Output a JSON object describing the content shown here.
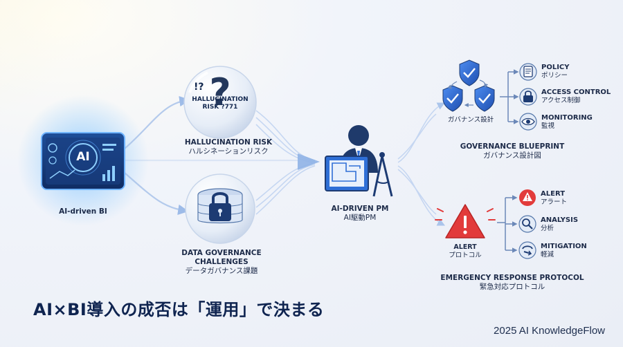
{
  "nodes": {
    "ai_bi": {
      "title": "AI-driven BI",
      "screen_text": "AI"
    },
    "hallucination": {
      "title": "HALLUCINATION RISK",
      "jp": "ハルシネーションリスク",
      "bubble_line1": "HALLUCINATION",
      "bubble_line2": "RISK ?771",
      "bubble_marks": "!?"
    },
    "data_gov": {
      "title_line1": "DATA GOVERNANCE",
      "title_line2": "CHALLENGES",
      "jp": "データガバナンス課題"
    },
    "pm": {
      "title": "AI-DRIVEN PM",
      "jp": "AI駆動PM"
    },
    "governance": {
      "cluster_label": "ガバナンス設計",
      "title": "GOVERNANCE BLUEPRINT",
      "jp": "ガバナンス設計図",
      "items": [
        {
          "en": "POLICY",
          "jp": "ポリシー",
          "icon": "document-icon"
        },
        {
          "en": "ACCESS CONTROL",
          "jp": "アクセス制御",
          "icon": "lock-icon"
        },
        {
          "en": "MONITORING",
          "jp": "監視",
          "icon": "eye-icon"
        }
      ]
    },
    "alert": {
      "cluster_en": "ALERT",
      "cluster_jp": "プロトコル",
      "title": "EMERGENCY RESPONSE PROTOCOL",
      "jp": "緊急対応プロトコル",
      "items": [
        {
          "en": "ALERT",
          "jp": "アラート",
          "icon": "alert-icon"
        },
        {
          "en": "ANALYSIS",
          "jp": "分析",
          "icon": "magnifier-icon"
        },
        {
          "en": "MITIGATION",
          "jp": "軽減",
          "icon": "mitigation-icon"
        }
      ]
    }
  },
  "headline": "AI×BI導入の成否は「運用」で決まる",
  "footer": "2025 AI KnowledgeFlow",
  "colors": {
    "accent": "#2f6fd6",
    "alert": "#e23b3b",
    "ink": "#0f2450"
  }
}
